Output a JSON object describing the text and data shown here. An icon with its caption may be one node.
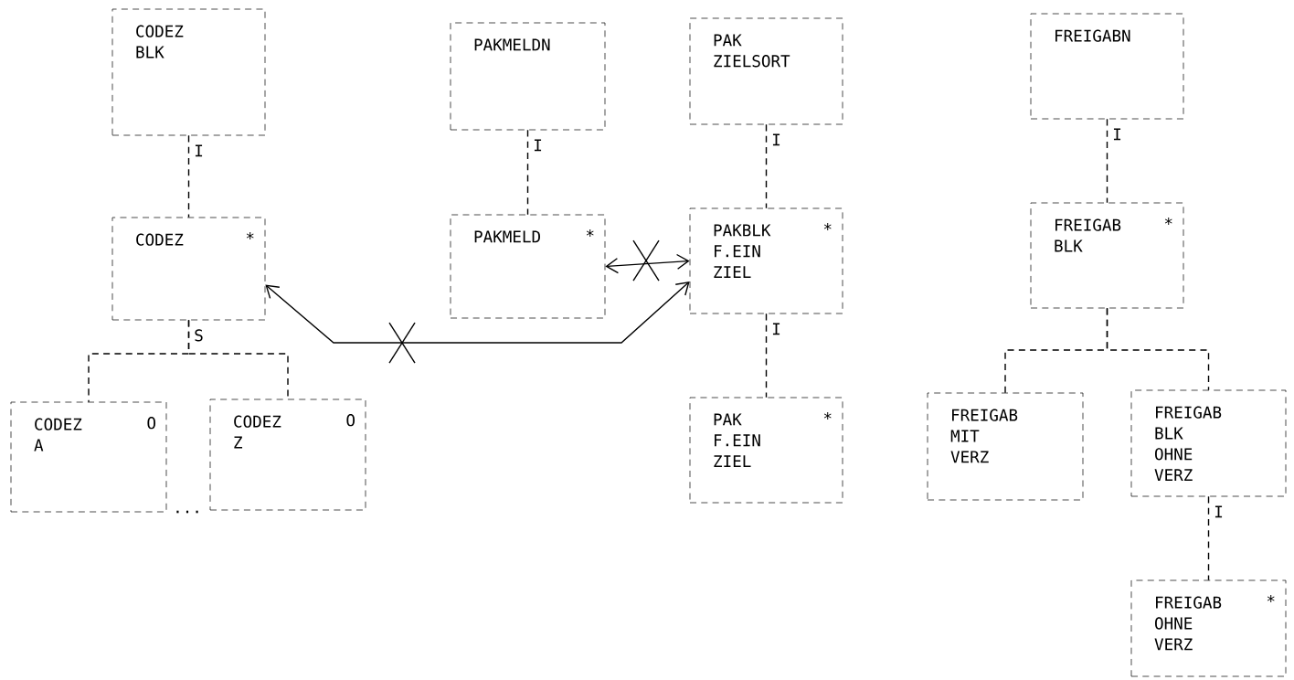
{
  "diagram": {
    "nodes": [
      {
        "text": [
          "CODEZ BLK"
        ]
      },
      {
        "text": [
          "CODEZ",
          "*"
        ]
      },
      {
        "text": [
          "CODEZ A",
          "O"
        ]
      },
      {
        "text": [
          "CODEZ Z",
          "O"
        ]
      },
      {
        "text": [
          "PAKMELDN"
        ]
      },
      {
        "text": [
          "PAKMELD",
          "*"
        ]
      },
      {
        "text": [
          "PAK ZIELSORT"
        ]
      },
      {
        "text": [
          "PAKBLK F.EIN ZIEL",
          "*"
        ]
      },
      {
        "text": [
          "PAK F.EIN ZIEL",
          "*"
        ]
      },
      {
        "text": [
          "FREIGABN"
        ]
      },
      {
        "text": [
          "FREIGAB BLK",
          "*"
        ]
      },
      {
        "text": [
          "FREIGAB MIT VERZ"
        ]
      },
      {
        "text": [
          "FREIGAB BLK OHNE VERZ"
        ]
      },
      {
        "text": [
          "FREIGAB OHNE VERZ",
          "*"
        ]
      }
    ],
    "edges": [
      {
        "from": 0,
        "to": 1,
        "arrow": "none",
        "label": "I",
        "style": "dashed"
      },
      {
        "from": 1,
        "to": 2,
        "arrow": "none",
        "label": "S",
        "style": "dashed"
      },
      {
        "from": 1,
        "to": 3,
        "arrow": "none",
        "style": "dashed"
      },
      {
        "from": 4,
        "to": 5,
        "arrow": "none",
        "label": "I",
        "style": "dashed"
      },
      {
        "from": 6,
        "to": 7,
        "arrow": "none",
        "label": "I",
        "style": "dashed"
      },
      {
        "from": 7,
        "to": 8,
        "arrow": "none",
        "label": "I",
        "style": "dashed"
      },
      {
        "from": 9,
        "to": 10,
        "arrow": "none",
        "label": "I",
        "style": "dashed"
      },
      {
        "from": 10,
        "to": 11,
        "arrow": "none",
        "style": "dashed"
      },
      {
        "from": 10,
        "to": 12,
        "arrow": "none",
        "style": "dashed"
      },
      {
        "from": 12,
        "to": 13,
        "arrow": "none",
        "label": "I",
        "style": "dashed"
      },
      {
        "from": 5,
        "to": 7,
        "arrow": "both"
      },
      {
        "from": 1,
        "to": 7,
        "arrow": "both"
      }
    ],
    "labels": [
      "..."
    ]
  }
}
